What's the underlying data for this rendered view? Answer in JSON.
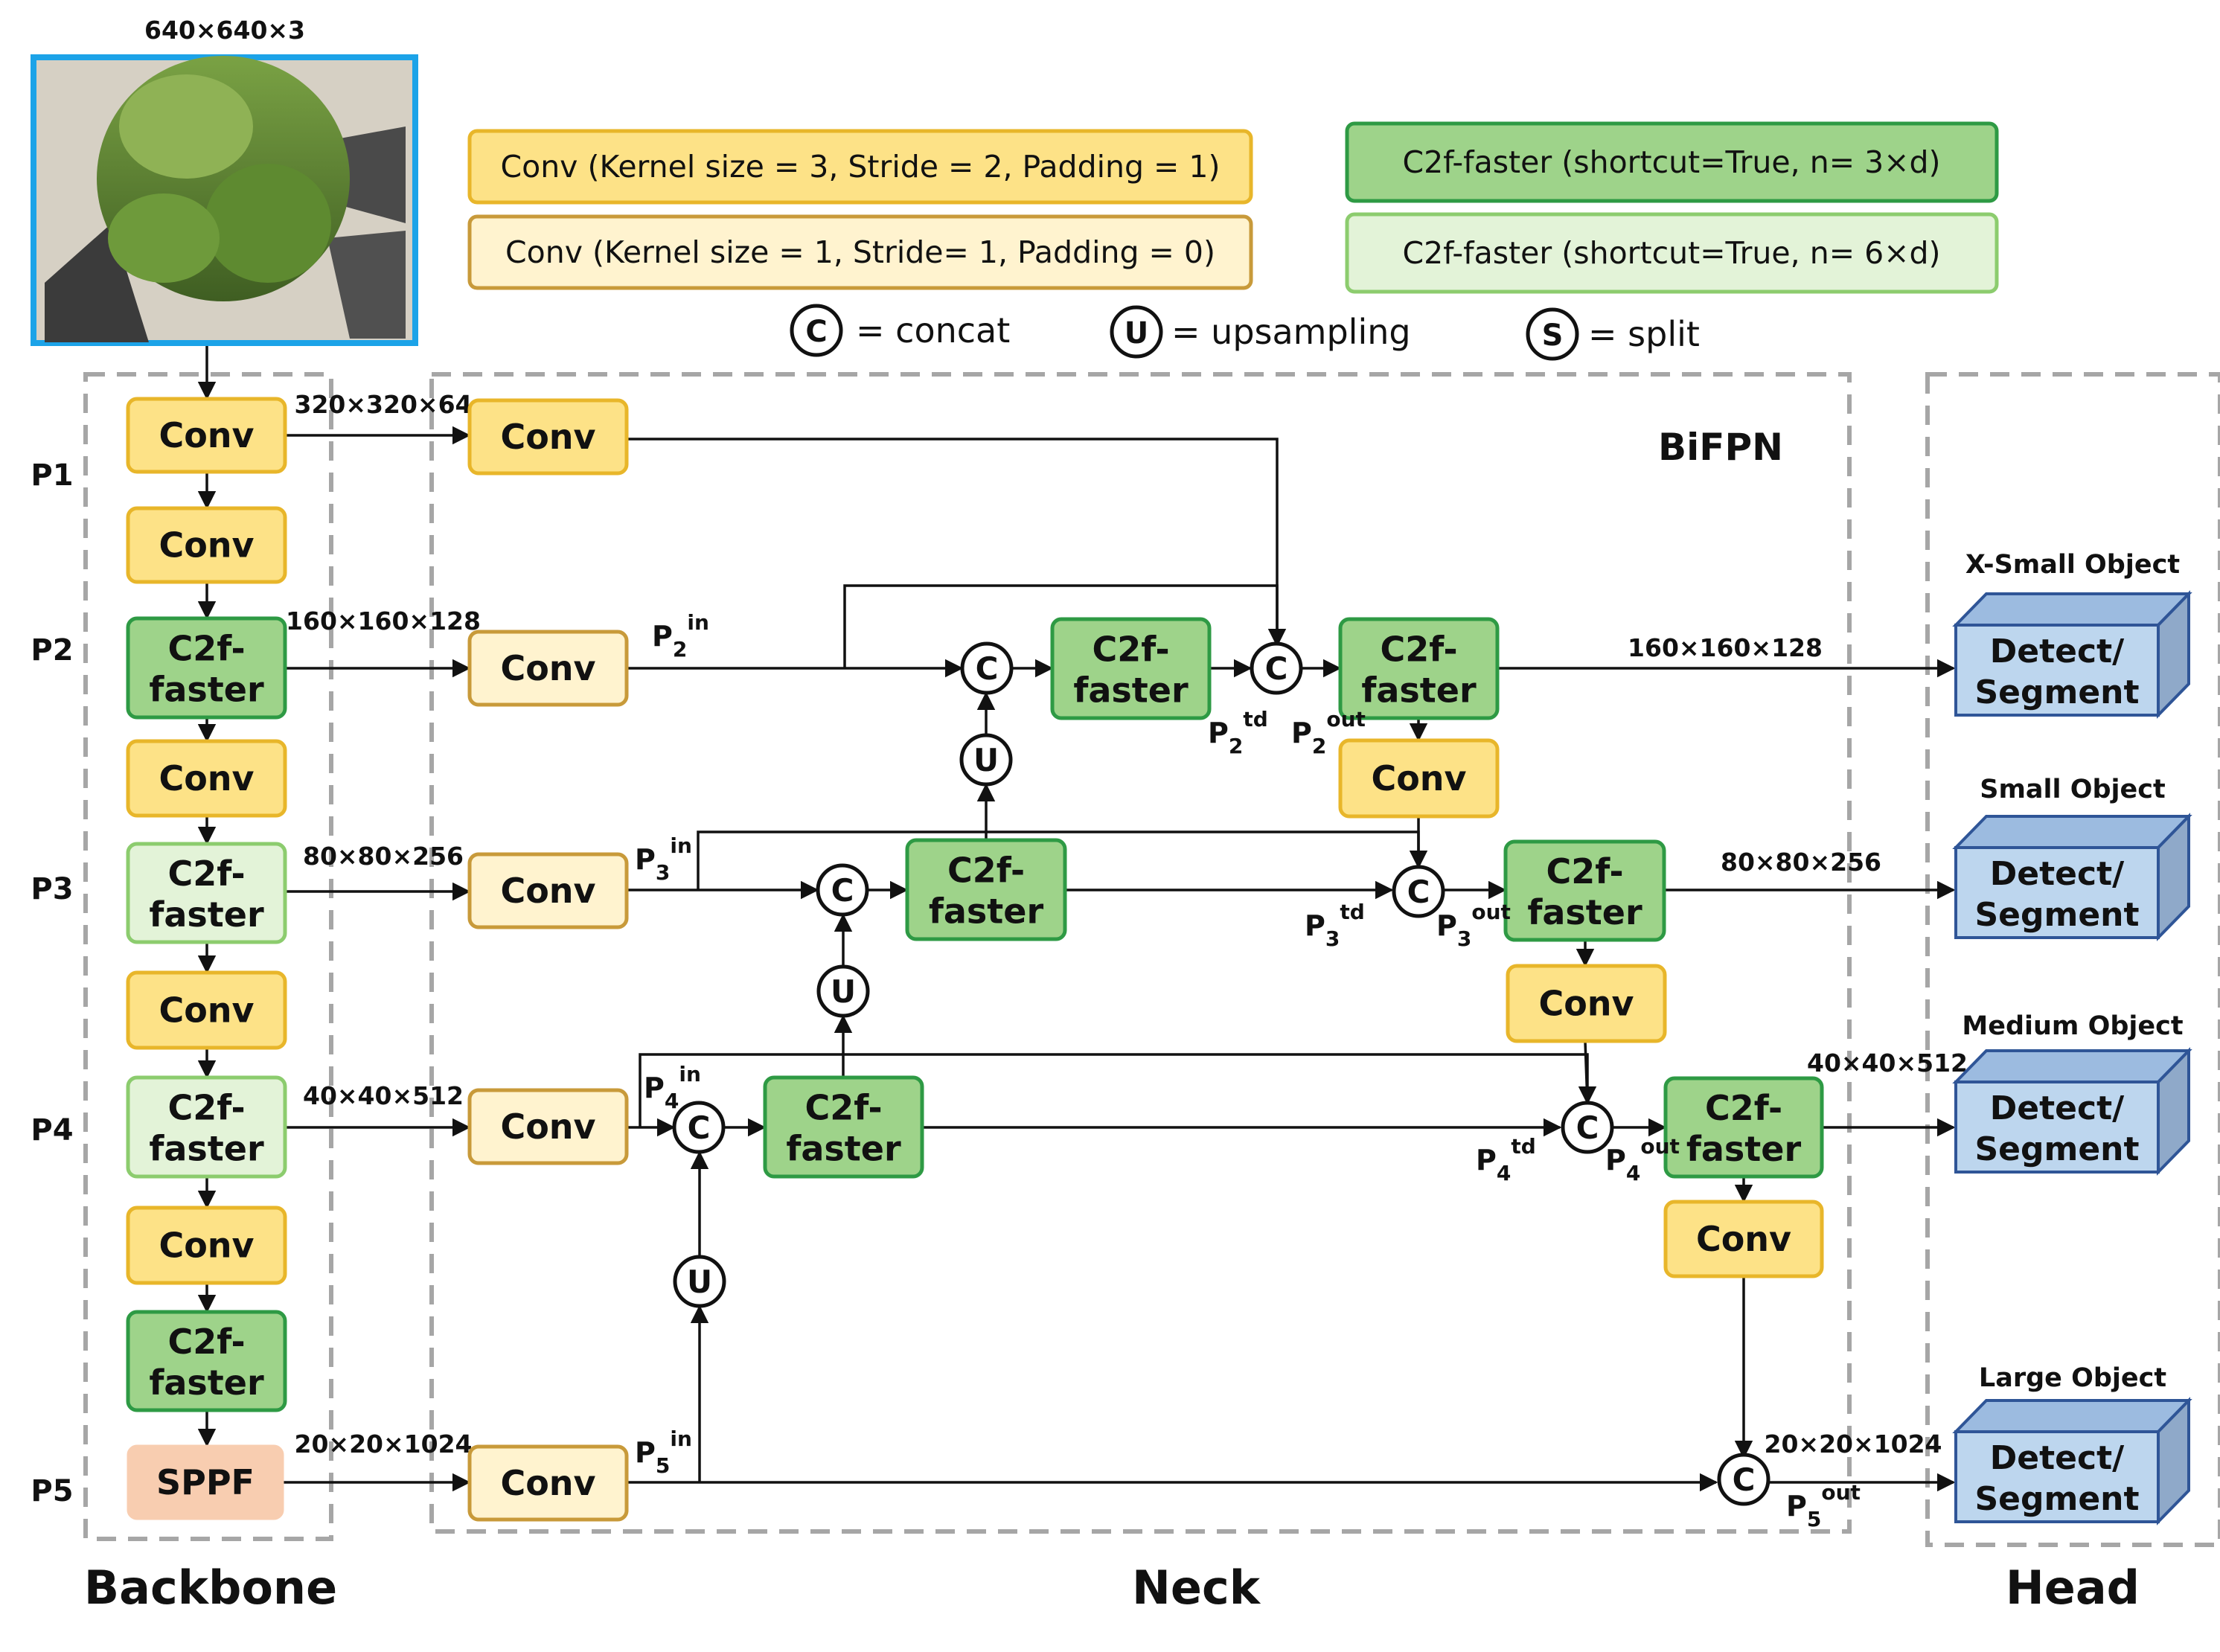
{
  "input": {
    "size_label": "640×640×3"
  },
  "legend": {
    "conv_k3": "Conv (Kernel size = 3, Stride = 2, Padding = 1)",
    "conv_k1": "Conv (Kernel size = 1, Stride= 1, Padding = 0)",
    "c2f_n3": "C2f-faster (shortcut=True, n= 3×d)",
    "c2f_n6": "C2f-faster (shortcut=True, n= 6×d)",
    "concat_symbol": "C",
    "concat_text": "= concat",
    "up_symbol": "U",
    "up_text": "= upsampling",
    "split_symbol": "S",
    "split_text": "= split"
  },
  "sections": {
    "backbone": "Backbone",
    "neck": "Neck",
    "head": "Head",
    "bifpn": "BiFPN"
  },
  "levels": [
    "P1",
    "P2",
    "P3",
    "P4",
    "P5"
  ],
  "labels": {
    "conv": "Conv",
    "c2f_line1": "C2f-",
    "c2f_line2": "faster",
    "sppf": "SPPF",
    "detect_line1": "Detect/",
    "detect_line2": "Segment",
    "C": "C",
    "U": "U"
  },
  "dims": {
    "p1": "320×320×64",
    "p2": "160×160×128",
    "p3": "80×80×256",
    "p4": "40×40×512",
    "p5": "20×20×1024",
    "out2": "160×160×128",
    "out3": "80×80×256",
    "out4": "40×40×512",
    "out5": "20×20×1024"
  },
  "head": {
    "xsmall": "X-Small Object",
    "small": "Small Object",
    "medium": "Medium Object",
    "large": "Large Object"
  },
  "neck_labels": {
    "p2in": {
      "base": "P",
      "sub": "2",
      "sup": "in"
    },
    "p3in": {
      "base": "P",
      "sub": "3",
      "sup": "in"
    },
    "p4in": {
      "base": "P",
      "sub": "4",
      "sup": "in"
    },
    "p5in": {
      "base": "P",
      "sub": "5",
      "sup": "in"
    },
    "p2td": {
      "base": "P",
      "sub": "2",
      "sup": "td"
    },
    "p3td": {
      "base": "P",
      "sub": "3",
      "sup": "td"
    },
    "p4td": {
      "base": "P",
      "sub": "4",
      "sup": "td"
    },
    "p2out": {
      "base": "P",
      "sub": "2",
      "sup": "out"
    },
    "p3out": {
      "base": "P",
      "sub": "3",
      "sup": "out"
    },
    "p4out": {
      "base": "P",
      "sub": "4",
      "sup": "out"
    },
    "p5out": {
      "base": "P",
      "sub": "5",
      "sup": "out"
    }
  },
  "colors": {
    "conv_dark_fill": "#fde287",
    "conv_dark_stroke": "#e8b62a",
    "conv_light_fill": "#fff3cf",
    "conv_light_stroke": "#c89a3a",
    "c2f_dark_fill": "#9ed38a",
    "c2f_dark_stroke": "#2e9a44",
    "c2f_light_fill": "#e3f3d8",
    "c2f_light_stroke": "#8ccc6e",
    "sppf_fill": "#f8cdb0",
    "sppf_text": "#ffffff",
    "detect_fill": "#bdd6ee",
    "detect_stroke": "#2f5597",
    "image_border": "#1ca3e8",
    "dashed": "#a6a6a6"
  }
}
